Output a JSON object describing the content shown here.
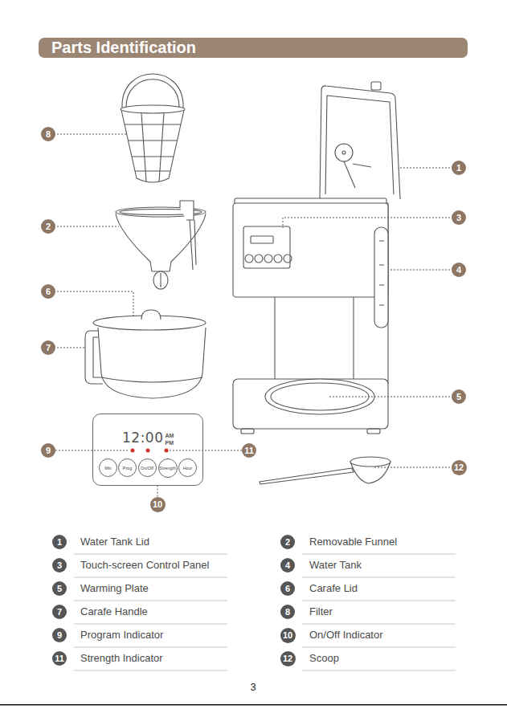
{
  "diagram": {
    "title": "Parts Identification",
    "nodes": [
      {
        "text": [
          "8"
        ]
      },
      {
        "text": [
          "1"
        ]
      },
      {
        "text": [
          "3"
        ]
      },
      {
        "text": [
          "2"
        ]
      },
      {
        "text": [
          "4"
        ]
      },
      {
        "text": [
          "6"
        ]
      },
      {
        "text": [
          "7"
        ]
      },
      {
        "text": [
          "5"
        ]
      },
      {
        "text": [
          "12:00",
          "AM",
          "PM"
        ]
      },
      {
        "text": [
          "Min"
        ],
        "in": 8
      },
      {
        "text": [
          "Prog"
        ],
        "in": 8
      },
      {
        "text": [
          "On/Off"
        ],
        "in": 8
      },
      {
        "text": [
          "Strength"
        ],
        "in": 8
      },
      {
        "text": [
          "Hour"
        ],
        "in": 8
      },
      {
        "text": [
          "9"
        ]
      },
      {
        "text": [
          "11"
        ]
      },
      {
        "text": [
          "12"
        ]
      },
      {
        "text": [
          "10"
        ]
      },
      {
        "text": [
          "1"
        ]
      },
      {
        "text": [
          "2"
        ]
      },
      {
        "text": [
          "3"
        ]
      },
      {
        "text": [
          "4"
        ]
      },
      {
        "text": [
          "5"
        ]
      },
      {
        "text": [
          "6"
        ]
      },
      {
        "text": [
          "7"
        ]
      },
      {
        "text": [
          "8"
        ]
      },
      {
        "text": [
          "9"
        ]
      },
      {
        "text": [
          "10"
        ]
      },
      {
        "text": [
          "11"
        ]
      },
      {
        "text": [
          "12"
        ]
      }
    ],
    "edges": [
      {
        "from": 14,
        "to": 8,
        "arrow": "none"
      },
      {
        "from": 15,
        "to": 8,
        "arrow": "none"
      },
      {
        "from": 17,
        "to": 8,
        "arrow": "none"
      }
    ],
    "labels": [
      "Water Tank Lid",
      "Removable Funnel",
      "Touch-screen Control Panel",
      "Water Tank",
      "Warming Plate",
      "Carafe Lid",
      "Carafe Handle",
      "Filter",
      "Program Indicator",
      "On/Off Indicator",
      "Strength Indicator",
      "Scoop",
      "3"
    ]
  }
}
